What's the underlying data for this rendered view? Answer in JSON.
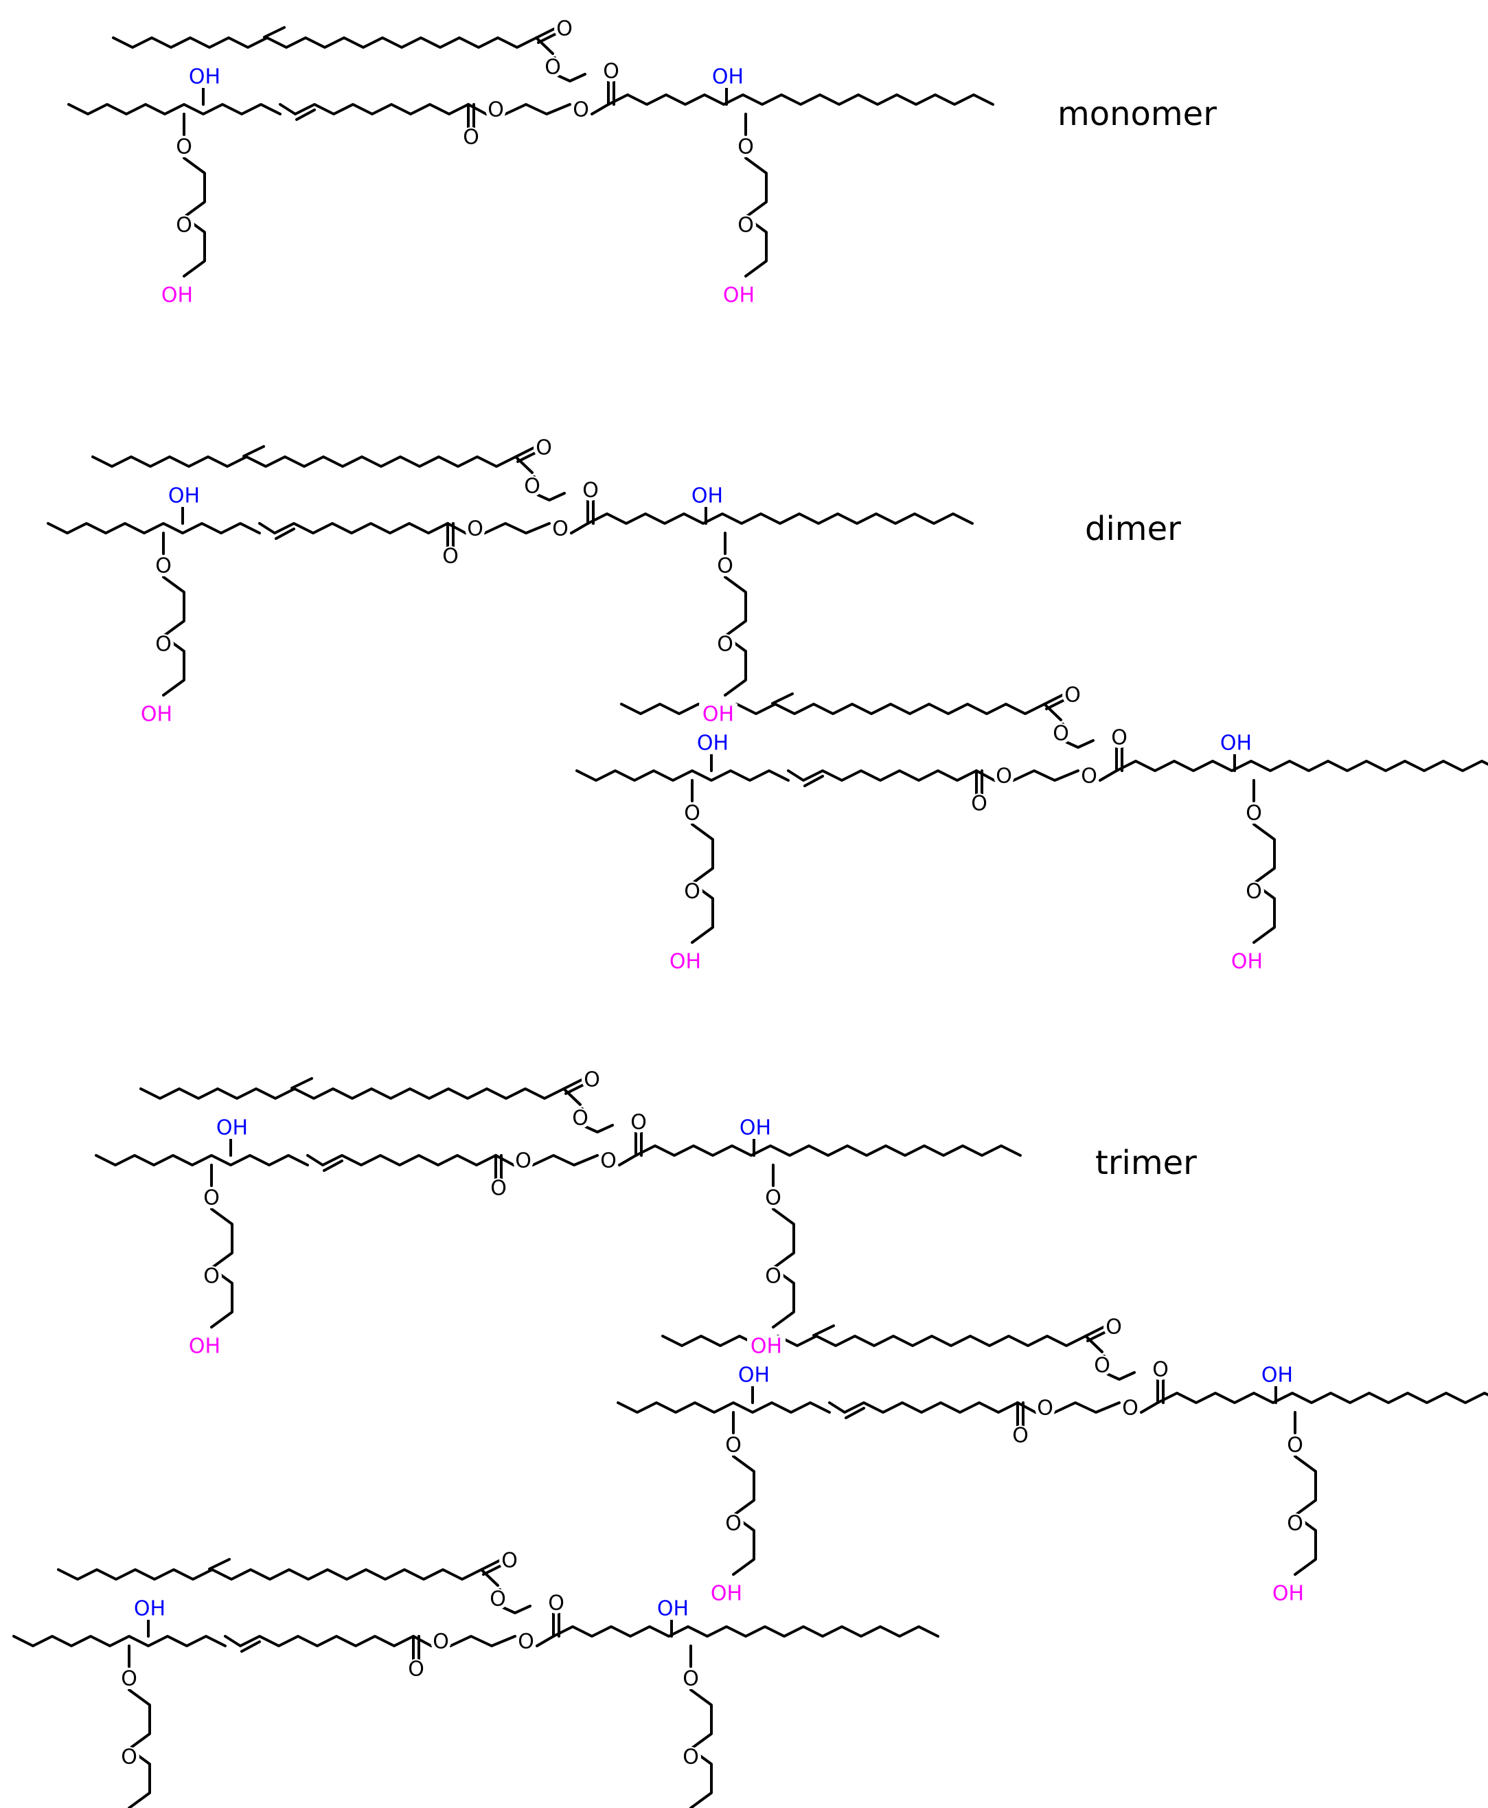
{
  "labels": {
    "monomer": "monomer",
    "dimer": "dimer",
    "trimer": "trimer"
  },
  "atom_text": {
    "oxygen": "O",
    "hydroxyl": "OH"
  },
  "colors": {
    "bond": "#000000",
    "ester_oxygen": "#000000",
    "secondary_hydroxyl": "#0000ff",
    "terminal_hydroxyl": "#ff00ff"
  }
}
